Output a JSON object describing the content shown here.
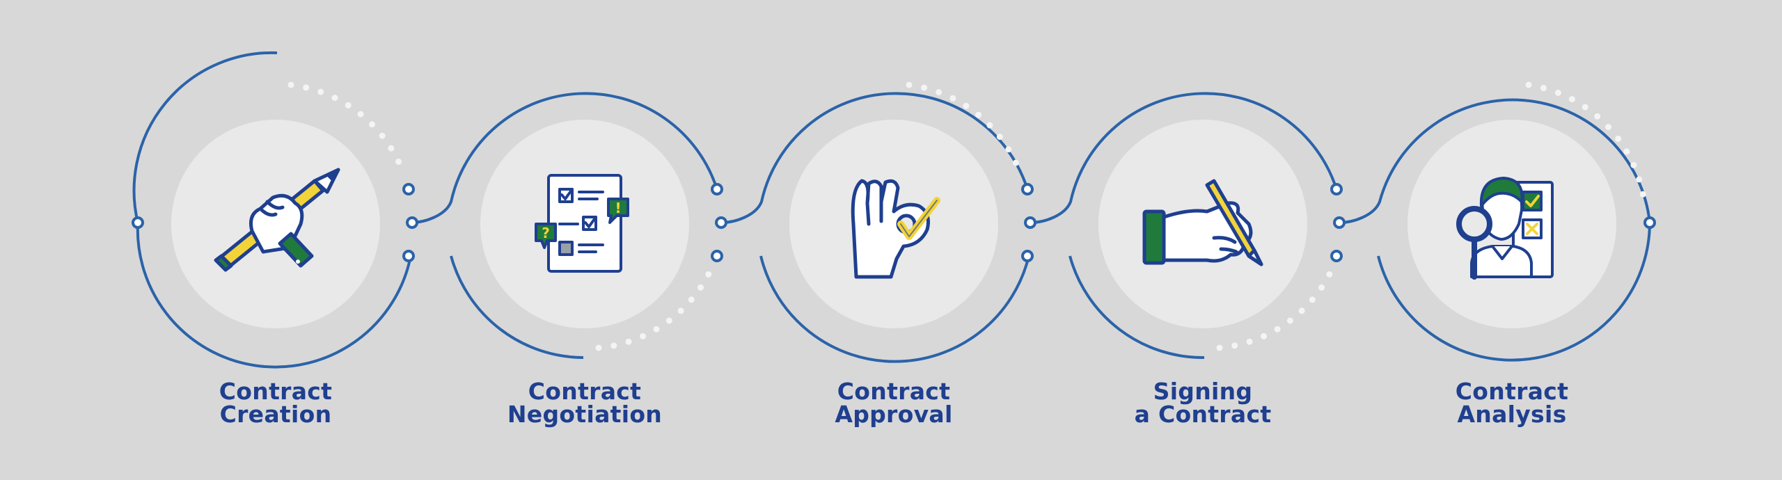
{
  "colors": {
    "background": "#d8d8d9",
    "ring": "#2b63a8",
    "inner_disc": "#e9e9ea",
    "outline": "#1f3f8f",
    "accent_yellow": "#f2d33a",
    "accent_green": "#1f7a3c",
    "text": "#1f3f8f"
  },
  "steps": [
    {
      "icon": "pencil-hand-icon",
      "line1": "Contract",
      "line2": "Creation"
    },
    {
      "icon": "checklist-document-icon",
      "line1": "Contract",
      "line2": "Negotiation"
    },
    {
      "icon": "ok-hand-icon",
      "line1": "Contract",
      "line2": "Approval"
    },
    {
      "icon": "signing-hand-icon",
      "line1": "Signing",
      "line2": "a Contract"
    },
    {
      "icon": "analyst-magnifier-icon",
      "line1": "Contract",
      "line2": "Analysis"
    }
  ]
}
